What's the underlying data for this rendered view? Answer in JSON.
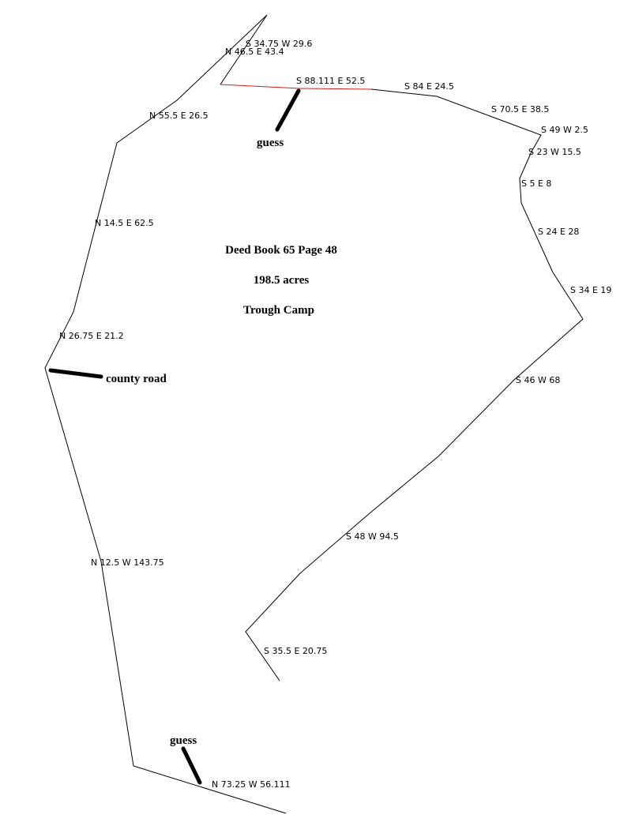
{
  "title_block": {
    "deed": "Deed Book 65 Page 48",
    "acreage": "198.5 acres",
    "tract_name": "Trough Camp"
  },
  "annotations": {
    "guess_top": "guess",
    "guess_bottom": "guess",
    "county_road": "county road"
  },
  "calls": [
    "S 34.75 W 29.6",
    "N 46.5 E 43.4",
    "S 88.111 E 52.5",
    "S 84 E 24.5",
    "S 70.5 E 38.5",
    "S 49 W 2.5",
    "S 23 W 15.5",
    "S 5 E 8",
    "S 24 E 28",
    "S 34 E 19",
    "S 46 W 68",
    "S 48 W 94.5",
    "S 35.5 E 20.75",
    "N 73.25 W 56.111",
    "N 12.5 W 143.75",
    "N 26.75 E 21.2",
    "N 14.5 E 62.5",
    "N 55.5 E 26.5"
  ],
  "colors": {
    "line": "#000000",
    "guessed_line": "#cc1f1f"
  }
}
